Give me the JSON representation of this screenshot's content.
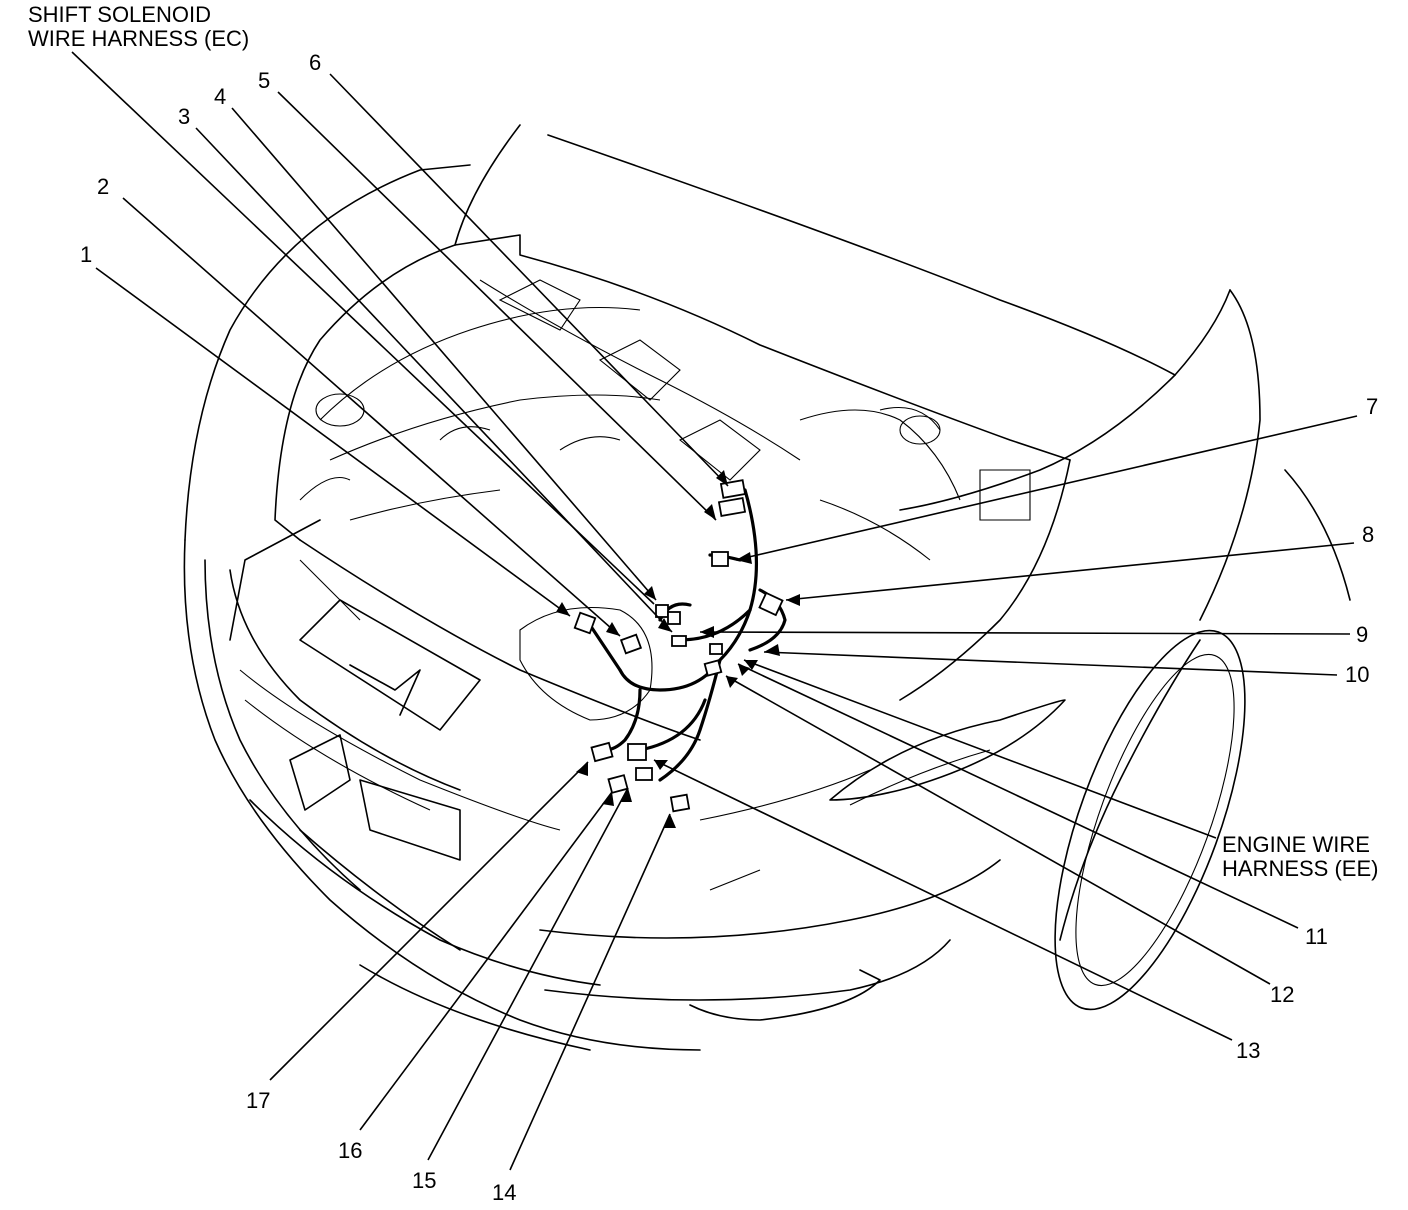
{
  "title_lines": [
    "SHIFT SOLENOID",
    "WIRE HARNESS (EC)"
  ],
  "engine_harness_lines": [
    "ENGINE WIRE",
    "HARNESS (EE)"
  ],
  "callouts": [
    "1",
    "2",
    "3",
    "4",
    "5",
    "6",
    "7",
    "8",
    "9",
    "10",
    "11",
    "12",
    "13",
    "14",
    "15",
    "16",
    "17"
  ]
}
